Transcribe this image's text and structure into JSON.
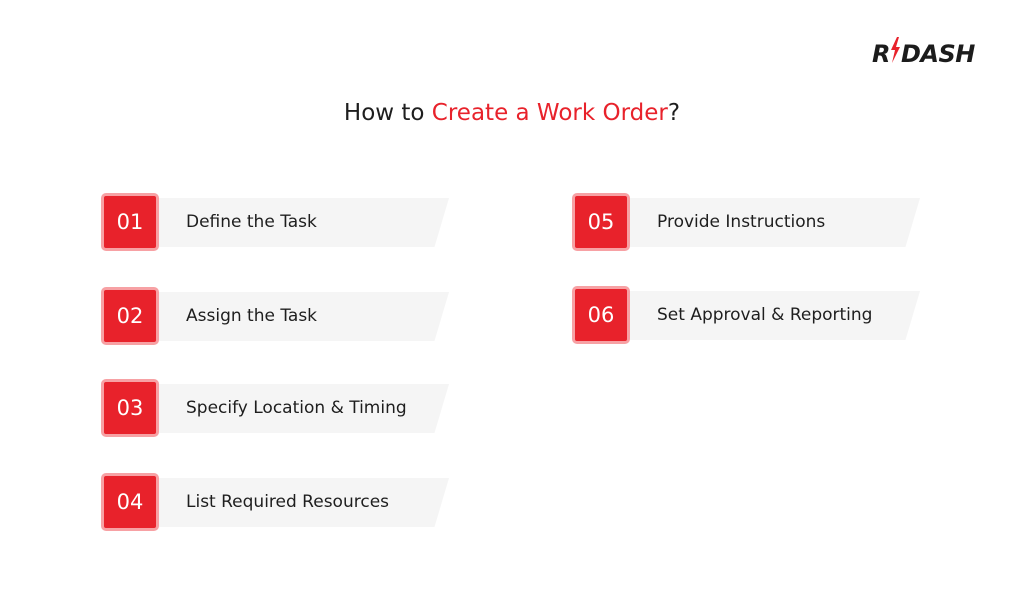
{
  "brand": {
    "logo_left": "R",
    "logo_right": "DASH",
    "accent_color": "#e8222b"
  },
  "header": {
    "title_prefix": "How to ",
    "title_accent": "Create a Work Order",
    "title_suffix": "?"
  },
  "steps": [
    {
      "number": "01",
      "label": "Define the Task"
    },
    {
      "number": "02",
      "label": "Assign the Task"
    },
    {
      "number": "03",
      "label": "Specify Location & Timing"
    },
    {
      "number": "04",
      "label": "List Required Resources"
    },
    {
      "number": "05",
      "label": "Provide Instructions"
    },
    {
      "number": "06",
      "label": "Set Approval & Reporting"
    }
  ]
}
